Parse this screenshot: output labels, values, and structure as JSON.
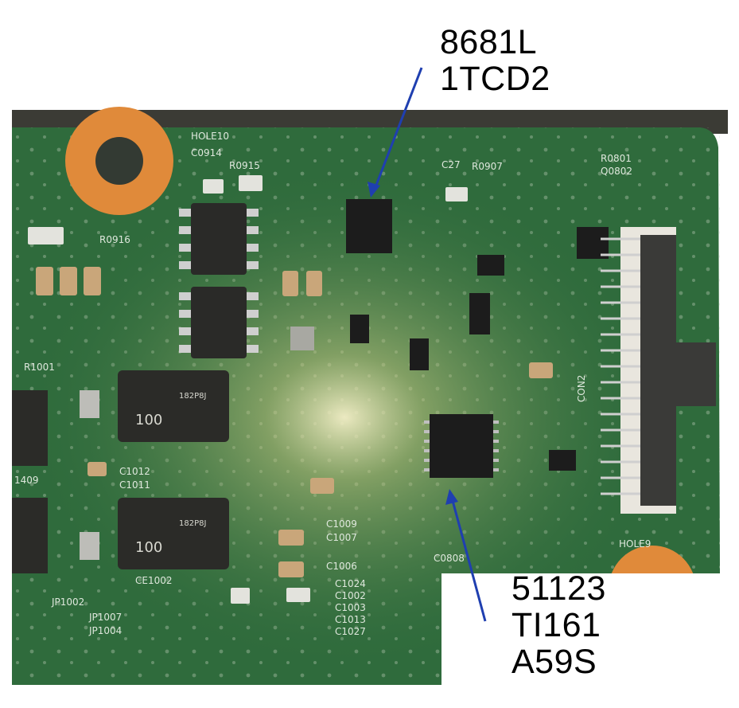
{
  "callouts": {
    "top_chip": {
      "line1": "8681L",
      "line2": "1TCD2"
    },
    "bottom_chip": {
      "line1": "51123",
      "line2": "TI161",
      "line3": "A59S"
    }
  },
  "silkscreen": {
    "hole_top": "HOLE10",
    "hole_bottom": "HOLE9",
    "c0914": "C0914",
    "r0915": "R0915",
    "r0916": "R0916",
    "r0801": "R0801",
    "q0802": "Q0802",
    "c27": "C27",
    "r0907": "R0907",
    "c1012": "C1012",
    "c1011": "C1011",
    "c1009": "C1009",
    "c1007": "C1007",
    "c1006": "C1006",
    "ce1002": "CE1002",
    "jp1002": "JP1002",
    "jp1007": "JP1007",
    "jp1004": "JP1004",
    "c1024": "C1024",
    "c1002": "C1002",
    "c1003": "C1003",
    "c1013": "C1013",
    "c1027": "C1027",
    "c0808": "C0808",
    "con2": "CON2",
    "r1001": "R1001",
    "r1409": "1409",
    "inductor_mark": "100",
    "inductor_code": "182P8J"
  },
  "colors": {
    "pcb_green": "#2f6b3c",
    "copper_pad": "#e08a3a",
    "arrow_blue": "#1f3fb0",
    "chip_black": "#1c1c1c"
  }
}
